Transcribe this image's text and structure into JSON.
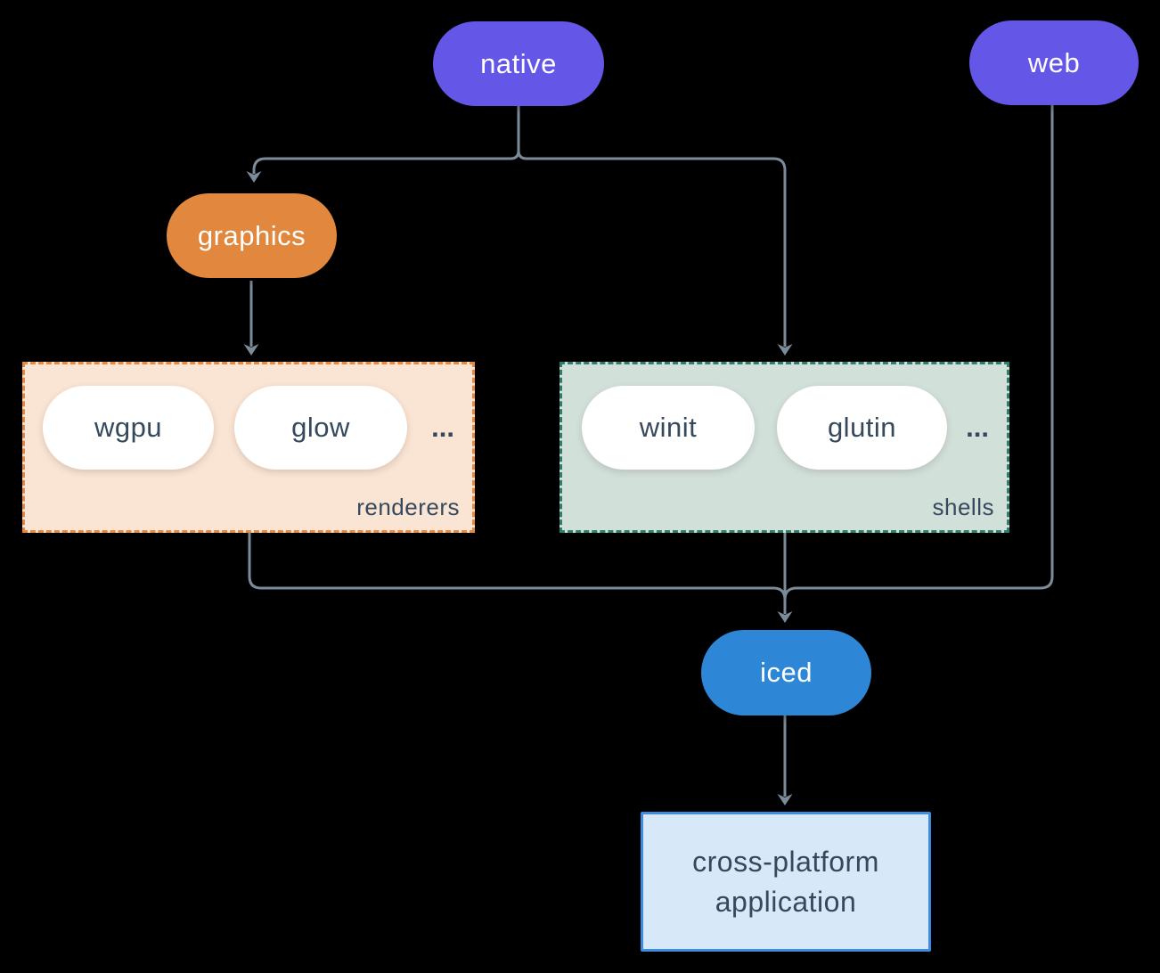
{
  "diagram": {
    "background_color": "#000000",
    "connector_color": "#7C8B9A",
    "nodes": {
      "native": {
        "label": "native",
        "fill": "#6457E8",
        "text_color": "#FFFFFF"
      },
      "web": {
        "label": "web",
        "fill": "#6457E8",
        "text_color": "#FFFFFF"
      },
      "graphics": {
        "label": "graphics",
        "fill": "#E2873E",
        "text_color": "#FFFFFF"
      },
      "wgpu": {
        "label": "wgpu",
        "fill": "#FFFFFF",
        "text_color": "#35485C"
      },
      "glow": {
        "label": "glow",
        "fill": "#FFFFFF",
        "text_color": "#35485C"
      },
      "winit": {
        "label": "winit",
        "fill": "#FFFFFF",
        "text_color": "#35485C"
      },
      "glutin": {
        "label": "glutin",
        "fill": "#FFFFFF",
        "text_color": "#35485C"
      },
      "iced": {
        "label": "iced",
        "fill": "#2E86D6",
        "text_color": "#FFFFFF"
      },
      "application": {
        "label_line1": "cross-platform",
        "label_line2": "application",
        "fill": "#D7E8F8",
        "border_color": "#3D8CDF",
        "text_color": "#35485C"
      }
    },
    "groups": {
      "renderers": {
        "label": "renderers",
        "ellipsis": "...",
        "fill": "#FAE4D3",
        "border_color": "#E8883F",
        "members": [
          "wgpu",
          "glow"
        ]
      },
      "shells": {
        "label": "shells",
        "ellipsis": "...",
        "fill": "#D2E0DA",
        "border_color": "#2F7D6C",
        "members": [
          "winit",
          "glutin"
        ]
      }
    },
    "edges": [
      {
        "from": "native",
        "to": "graphics"
      },
      {
        "from": "native",
        "to": "shells"
      },
      {
        "from": "graphics",
        "to": "renderers"
      },
      {
        "from": "renderers",
        "to": "iced"
      },
      {
        "from": "shells",
        "to": "iced"
      },
      {
        "from": "web",
        "to": "iced"
      },
      {
        "from": "iced",
        "to": "application"
      }
    ]
  }
}
